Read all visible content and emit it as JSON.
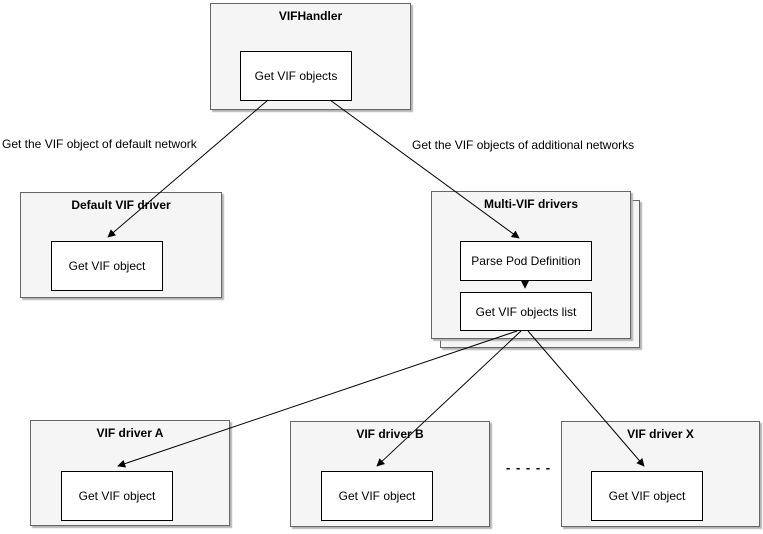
{
  "colors": {
    "canvas_bg": "#ffffff",
    "group_fill": "#f5f5f5",
    "group_border": "#666666",
    "node_fill": "#ffffff",
    "node_border": "#000000",
    "arrow": "#000000",
    "text": "#000000",
    "shadow": "#b3b3b3"
  },
  "diagram": {
    "vif_handler": {
      "title": "VIFHandler",
      "step": "Get VIF objects"
    },
    "default_vif_driver": {
      "title": "Default VIF driver",
      "step": "Get VIF object"
    },
    "multi_vif_drivers": {
      "title": "Multi-VIF drivers",
      "steps": [
        "Parse Pod Definition",
        "Get VIF objects list"
      ]
    },
    "vif_driver_a": {
      "title": "VIF driver A",
      "step": "Get VIF object"
    },
    "vif_driver_b": {
      "title": "VIF driver B",
      "step": "Get VIF object"
    },
    "vif_driver_x": {
      "title": "VIF driver X",
      "step": "Get VIF object"
    },
    "edge_labels": {
      "default_network": "Get the VIF object of default network",
      "additional_networks": "Get the VIF objects of additional networks"
    },
    "ellipsis": "- - - - -"
  }
}
